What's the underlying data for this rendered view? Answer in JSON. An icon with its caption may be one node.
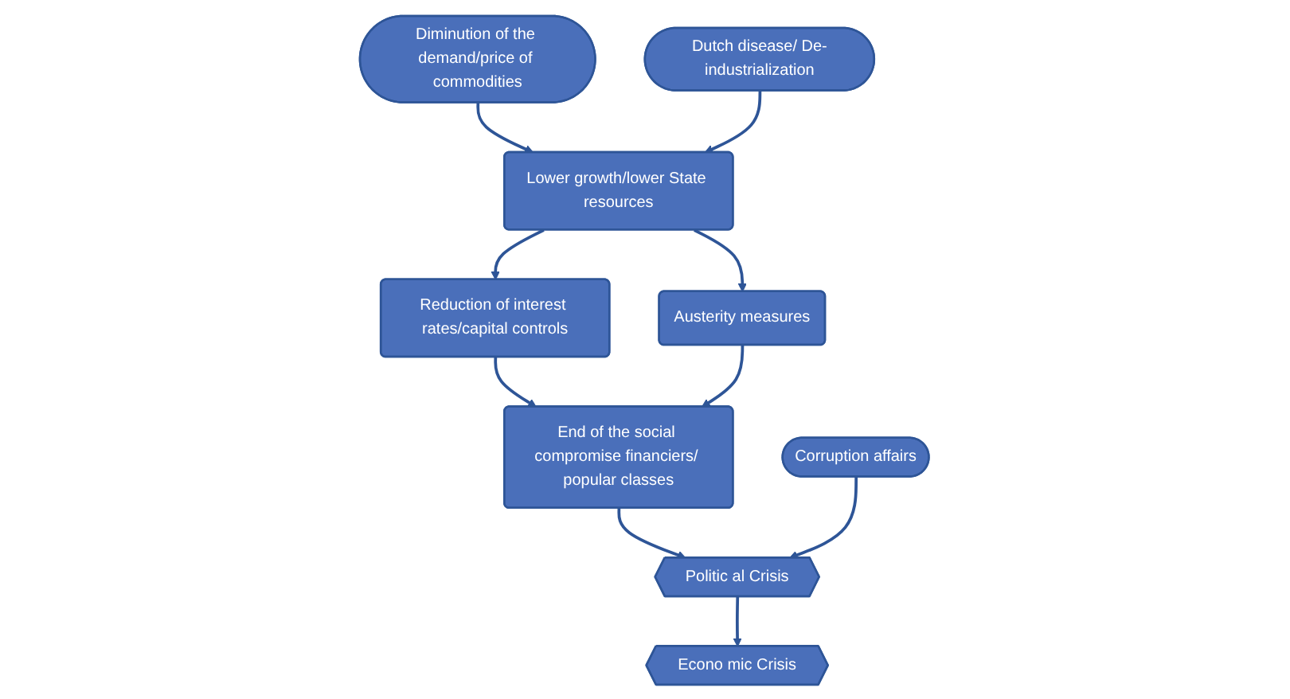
{
  "diagram": {
    "nodes": [
      {
        "text": [
          "Diminution of the demand/price of commodities"
        ]
      },
      {
        "text": [
          "Lower growth/lower State resources"
        ]
      },
      {
        "text": [
          "Dutch disease/ De-industrialization"
        ]
      },
      {
        "text": [
          "Econo mic Crisis"
        ]
      },
      {
        "text": [
          "Reduction of interest rates/capital controls"
        ]
      },
      {
        "text": [
          "Austerity measures"
        ]
      },
      {
        "text": [
          "Politic al Crisis"
        ]
      },
      {
        "text": [
          "End of the social compromise financiers/ popular classes"
        ]
      },
      {
        "text": [
          "Corruption affairs"
        ]
      }
    ],
    "edges": [
      {
        "from": 0,
        "to": 1,
        "arrow": "to"
      },
      {
        "from": 2,
        "to": 1,
        "arrow": "to"
      },
      {
        "from": 1,
        "to": 4,
        "arrow": "to"
      },
      {
        "from": 1,
        "to": 5,
        "arrow": "to"
      },
      {
        "from": 4,
        "to": 7,
        "arrow": "to"
      },
      {
        "from": 5,
        "to": 7,
        "arrow": "to"
      },
      {
        "from": 7,
        "to": 6,
        "arrow": "to"
      },
      {
        "from": 6,
        "to": 3,
        "arrow": "to"
      },
      {
        "from": 8,
        "to": 6,
        "arrow": "to"
      }
    ]
  }
}
